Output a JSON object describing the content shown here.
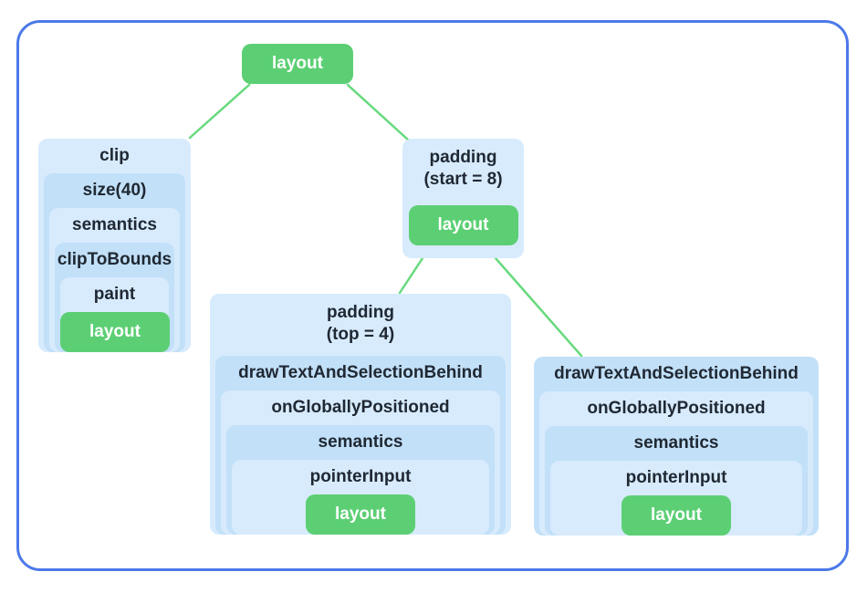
{
  "diagram": {
    "title": "modifier-layout-node-tree",
    "colors": {
      "frame_border": "#4b79e8",
      "node_light_blue": "#d7ebfd",
      "node_dark_blue": "#c2e0f8",
      "layout_green": "#5ccf74",
      "edge_green": "#67da7e",
      "label_text": "#1f2833",
      "background": "#ffffff",
      "leaf_text": "#ffffff"
    },
    "root": {
      "label": "layout"
    },
    "edges": [
      {
        "from": "root-layout",
        "to": "clip-stack"
      },
      {
        "from": "root-layout",
        "to": "padding-start-stack"
      },
      {
        "from": "padding-start-stack",
        "to": "padding-top-stack"
      },
      {
        "from": "padding-start-stack",
        "to": "drawtext-stack"
      }
    ],
    "boxes": [
      {
        "name": "clip-stack",
        "shade_start": "light",
        "stack": [
          {
            "lines": [
              "clip"
            ]
          },
          {
            "lines": [
              "size(40)"
            ]
          },
          {
            "lines": [
              "semantics"
            ]
          },
          {
            "lines": [
              "clipToBounds"
            ]
          },
          {
            "lines": [
              "paint"
            ]
          }
        ],
        "leaf": "layout"
      },
      {
        "name": "padding-start-stack",
        "shade_start": "light",
        "stack": [
          {
            "lines": [
              "padding",
              "(start = 8)"
            ]
          }
        ],
        "leaf": "layout"
      },
      {
        "name": "padding-top-stack",
        "shade_start": "light",
        "stack": [
          {
            "lines": [
              "padding",
              "(top = 4)"
            ]
          },
          {
            "lines": [
              "drawTextAndSelectionBehind"
            ]
          },
          {
            "lines": [
              "onGloballyPositioned"
            ]
          },
          {
            "lines": [
              "semantics"
            ]
          },
          {
            "lines": [
              "pointerInput"
            ]
          }
        ],
        "leaf": "layout"
      },
      {
        "name": "drawtext-stack",
        "shade_start": "dark",
        "stack": [
          {
            "lines": [
              "drawTextAndSelectionBehind"
            ]
          },
          {
            "lines": [
              "onGloballyPositioned"
            ]
          },
          {
            "lines": [
              "semantics"
            ]
          },
          {
            "lines": [
              "pointerInput"
            ]
          }
        ],
        "leaf": "layout"
      }
    ]
  }
}
